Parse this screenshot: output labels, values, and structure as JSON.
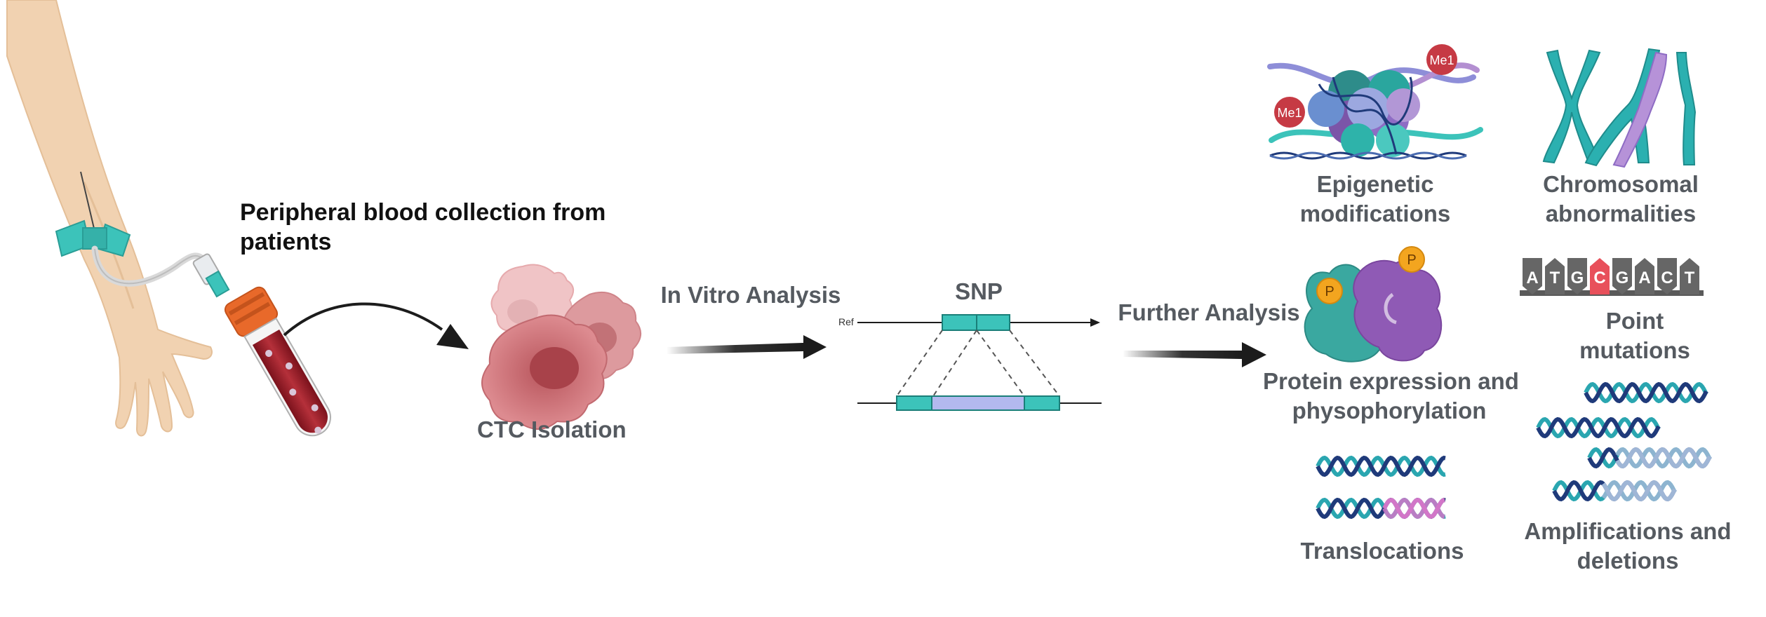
{
  "labels": {
    "blood_collection": [
      "Peripheral blood collection from",
      "patients"
    ],
    "ctc_isolation": "CTC Isolation",
    "in_vitro": "In Vitro Analysis",
    "snp": "SNP",
    "ref": "Ref",
    "further": "Further Analysis",
    "epigenetic": [
      "Epigenetic",
      "modifications"
    ],
    "chromosomal": [
      "Chromosomal",
      "abnormalities"
    ],
    "protein": [
      "Protein expression and",
      "physophorylation"
    ],
    "point": [
      "Point",
      "mutations"
    ],
    "translocations": "Translocations",
    "amplifications": [
      "Amplifications and",
      "deletions"
    ],
    "methyl_tag": "Me1",
    "phospho_tag": "P"
  },
  "sequence": [
    "A",
    "T",
    "G",
    "C",
    "G",
    "A",
    "C",
    "T"
  ],
  "highlight_index": 3,
  "colors": {
    "skin": "#f1d2b1",
    "teal": "#3cc3ba",
    "tube_cap": "#e8692a",
    "blood": "#a3222e",
    "cell": "#d27a80",
    "purple": "#9a6fc0",
    "highlight": "#e8505b",
    "arrow": "#1c1c1c",
    "label": "#555a60"
  }
}
